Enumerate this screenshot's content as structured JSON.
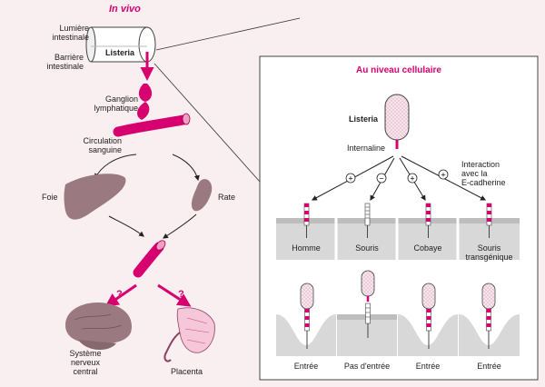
{
  "title_in_vivo": "In vivo",
  "left": {
    "lumiere": "Lumière\nintestinale",
    "barriere": "Barrière\nintestinale",
    "listeria": "Listeria",
    "ganglion": "Ganglion\nlymphatique",
    "circulation": "Circulation\nsanguine",
    "foie": "Foie",
    "rate": "Rate",
    "question_mark": "?",
    "snc": "Système\nnerveux\ncentral",
    "placenta": "Placenta"
  },
  "panel": {
    "title": "Au niveau cellulaire",
    "listeria": "Listeria",
    "internaline": "Internaline",
    "interaction": "Interaction\navec la\nE-cadherine",
    "signs": [
      "+",
      "−",
      "+",
      "+"
    ],
    "hosts": [
      "Homme",
      "Souris",
      "Cobaye",
      "Souris\ntransgénique"
    ],
    "outcomes": [
      "Entrée",
      "Pas d'entrée",
      "Entrée",
      "Entrée"
    ]
  },
  "colors": {
    "magenta": "#d6006f",
    "organ": "#9a7a80",
    "background": "#f9eef0",
    "cell_gray": "#c8c8c8"
  }
}
